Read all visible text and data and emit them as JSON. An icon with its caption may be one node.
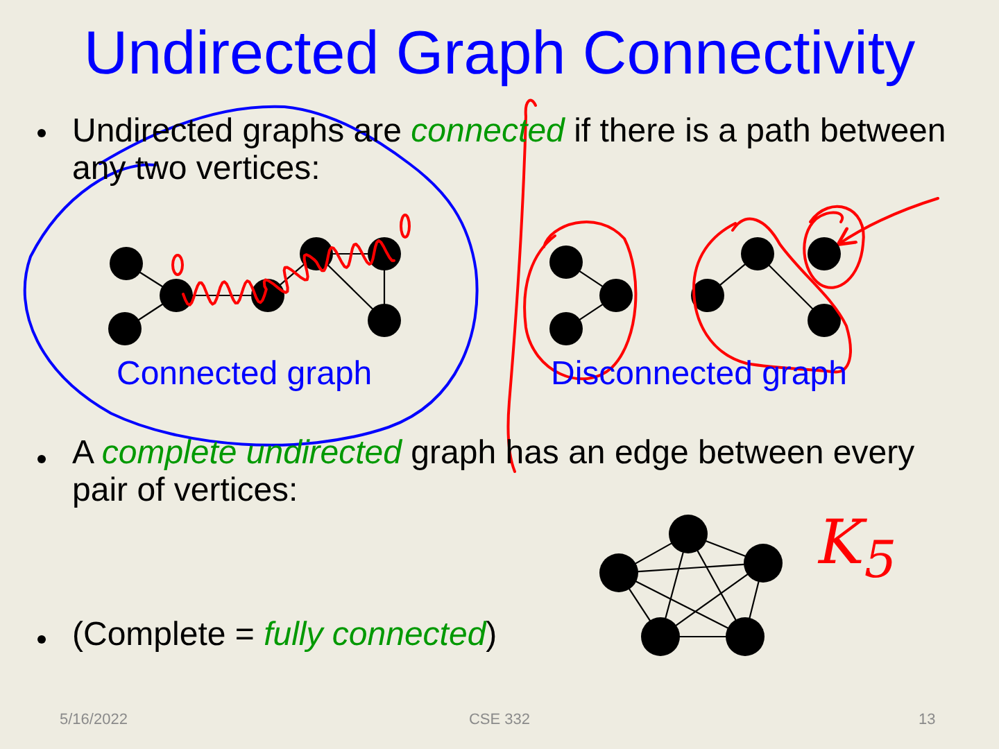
{
  "diagram": {
    "title": "Undirected Graph Connectivity",
    "nodes": [
      {
        "text": [],
        "shape": "circle"
      },
      {
        "text": [],
        "shape": "circle"
      },
      {
        "text": [],
        "shape": "circle"
      },
      {
        "text": [],
        "shape": "circle"
      },
      {
        "text": [],
        "shape": "circle"
      },
      {
        "text": [],
        "shape": "circle"
      },
      {
        "text": [],
        "shape": "circle"
      },
      {
        "text": [],
        "shape": "circle"
      },
      {
        "text": [],
        "shape": "circle"
      },
      {
        "text": [],
        "shape": "circle"
      },
      {
        "text": [],
        "shape": "circle"
      },
      {
        "text": [],
        "shape": "circle"
      },
      {
        "text": [],
        "shape": "circle"
      },
      {
        "text": [],
        "shape": "circle"
      },
      {
        "text": [],
        "shape": "circle"
      },
      {
        "text": [],
        "shape": "circle"
      },
      {
        "text": [],
        "shape": "circle"
      },
      {
        "text": [],
        "shape": "circle"
      },
      {
        "text": [],
        "shape": "circle"
      }
    ],
    "edges": [
      {
        "from": 0,
        "to": 2,
        "arrow": "none"
      },
      {
        "from": 1,
        "to": 2,
        "arrow": "none"
      },
      {
        "from": 2,
        "to": 3,
        "arrow": "none"
      },
      {
        "from": 3,
        "to": 4,
        "arrow": "none"
      },
      {
        "from": 4,
        "to": 5,
        "arrow": "none"
      },
      {
        "from": 4,
        "to": 6,
        "arrow": "none"
      },
      {
        "from": 5,
        "to": 6,
        "arrow": "none"
      },
      {
        "from": 7,
        "to": 9,
        "arrow": "none"
      },
      {
        "from": 8,
        "to": 9,
        "arrow": "none"
      },
      {
        "from": 10,
        "to": 11,
        "arrow": "none"
      },
      {
        "from": 11,
        "to": 13,
        "arrow": "none"
      },
      {
        "from": null,
        "to": 12,
        "arrow": "to",
        "color": "#ff0000"
      },
      {
        "from": 14,
        "to": 15,
        "arrow": "none"
      },
      {
        "from": 14,
        "to": 16,
        "arrow": "none"
      },
      {
        "from": 14,
        "to": 17,
        "arrow": "none"
      },
      {
        "from": 14,
        "to": 18,
        "arrow": "none"
      },
      {
        "from": 15,
        "to": 16,
        "arrow": "none"
      },
      {
        "from": 15,
        "to": 17,
        "arrow": "none"
      },
      {
        "from": 15,
        "to": 18,
        "arrow": "none"
      },
      {
        "from": 16,
        "to": 17,
        "arrow": "none"
      },
      {
        "from": 16,
        "to": 18,
        "arrow": "none"
      },
      {
        "from": 17,
        "to": 18,
        "arrow": "none"
      }
    ],
    "labels": [
      "Undirected graphs are *connected* if there is a path between any two vertices:",
      "Connected graph",
      "Disconnected graph",
      "A *complete undirected* graph has an edge between every pair of vertices:",
      "K$_{5}$",
      "(Complete = *fully connected*)",
      "5/16/2022",
      "CSE 332",
      "13"
    ]
  }
}
